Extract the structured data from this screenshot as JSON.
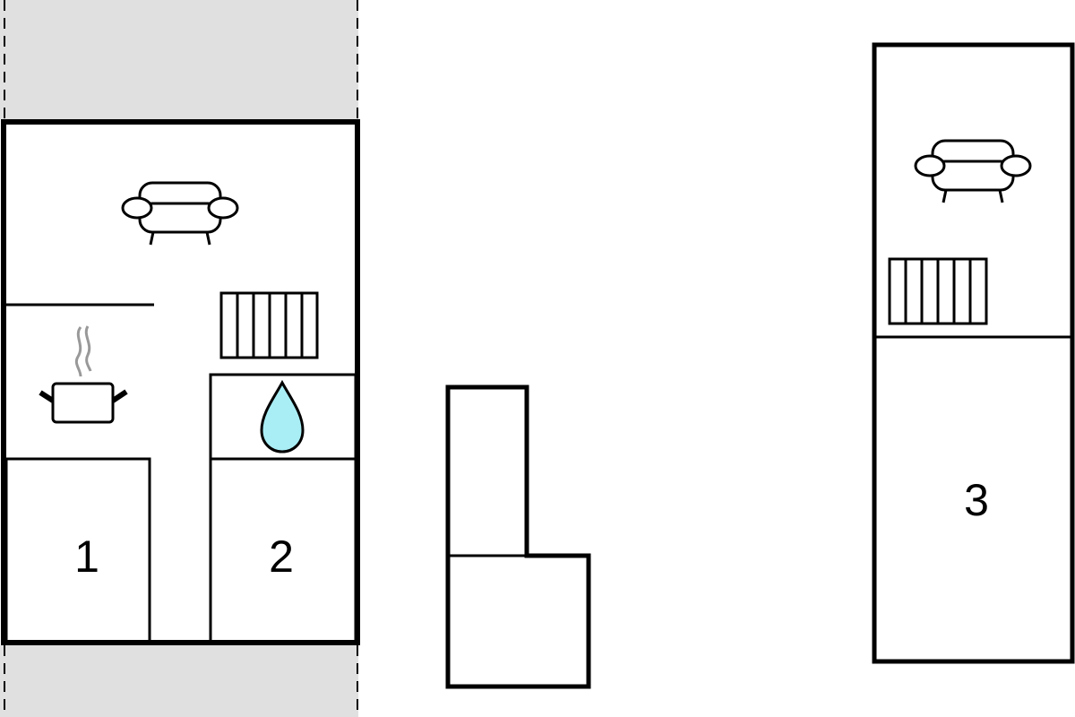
{
  "rooms": {
    "room1": "1",
    "room2": "2",
    "room3": "3"
  },
  "icons": [
    "sofa-icon",
    "radiator-icon",
    "cooking-pot-icon",
    "water-drop-icon"
  ],
  "colors": {
    "outside_band": "#e0e0e0",
    "water": "#a9eef5",
    "steam": "#999999",
    "wall": "#000000"
  }
}
